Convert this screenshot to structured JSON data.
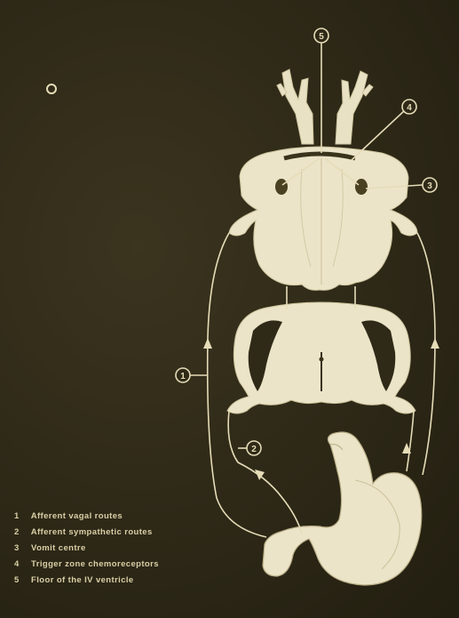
{
  "diagram": {
    "marker_labels": [
      "1",
      "2",
      "3",
      "4",
      "5"
    ],
    "legend": [
      {
        "number": "1",
        "text": "Afferent vagal routes"
      },
      {
        "number": "2",
        "text": "Afferent sympathetic routes"
      },
      {
        "number": "3",
        "text": "Vomit centre"
      },
      {
        "number": "4",
        "text": "Trigger zone chemoreceptors"
      },
      {
        "number": "5",
        "text": "Floor of the IV ventricle"
      }
    ],
    "colors": {
      "background": "#2f2a18",
      "tissue": "#e9e1c4",
      "lines": "#e6dcb8",
      "dark_spot": "#3a331c"
    }
  }
}
